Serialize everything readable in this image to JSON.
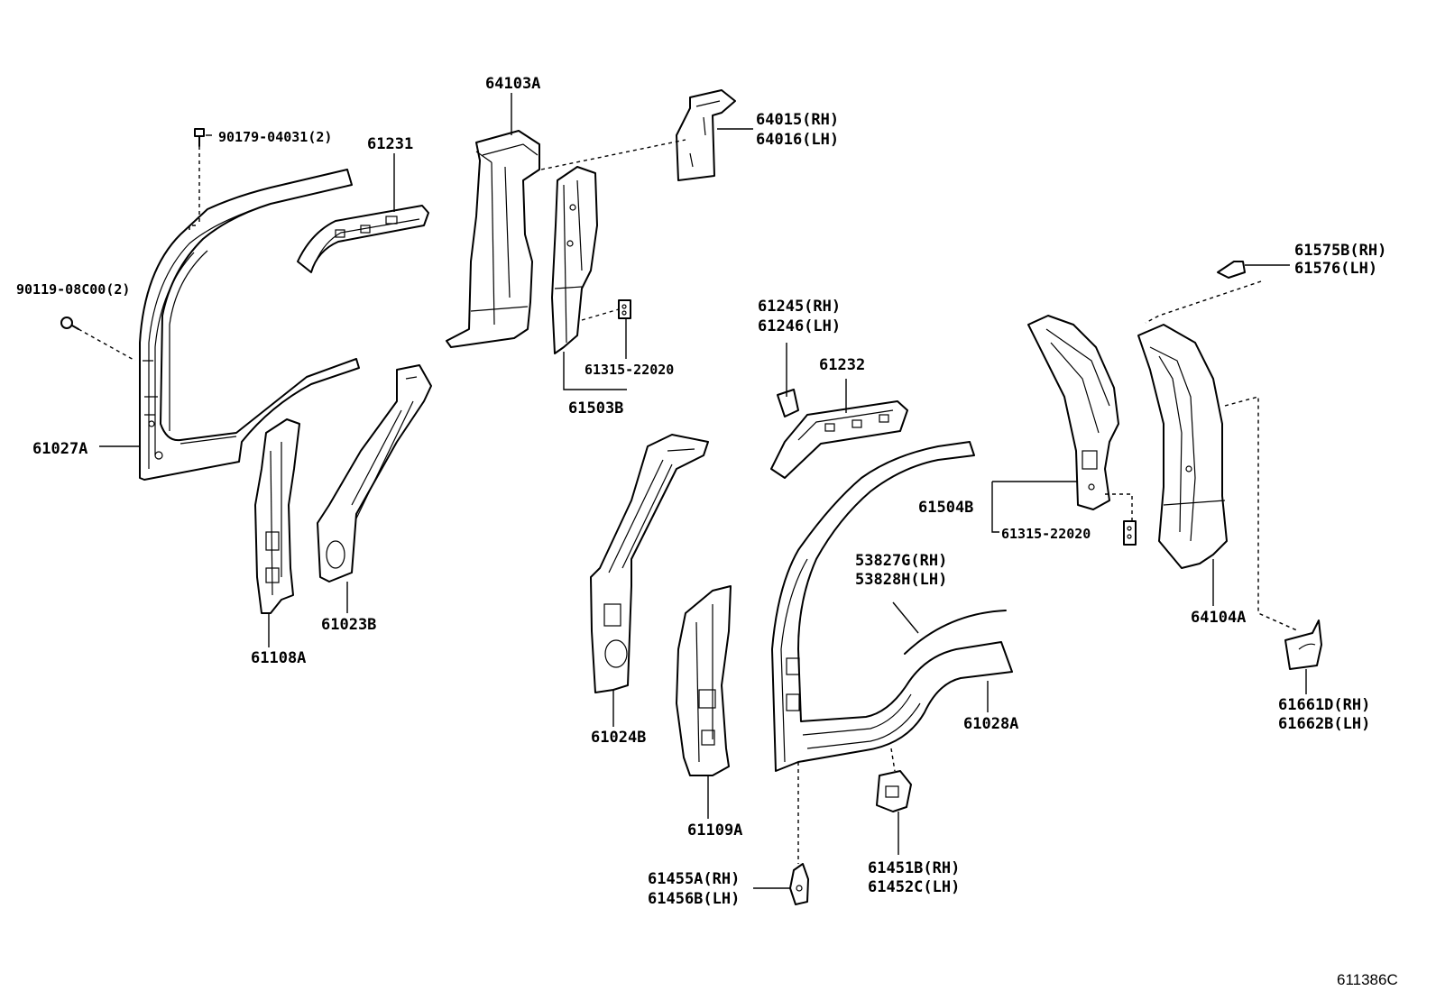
{
  "labels": {
    "p64103A": "64103A",
    "p90179": "90179-04031(2)",
    "p61231": "61231",
    "p64015": "64015(RH)",
    "p64016": "64016(LH)",
    "p90119": "90119-08C00(2)",
    "p61315a": "61315-22020",
    "p61503B": "61503B",
    "p61027A": "61027A",
    "p61245": "61245(RH)",
    "p61246": "61246(LH)",
    "p61232": "61232",
    "p61575B": "61575B(RH)",
    "p61576": "61576(LH)",
    "p61504B": "61504B",
    "p61315b": "61315-22020",
    "p53827G": "53827G(RH)",
    "p53828H": "53828H(LH)",
    "p64104A": "64104A",
    "p61108A": "61108A",
    "p61023B": "61023B",
    "p61024B": "61024B",
    "p61028A": "61028A",
    "p61661D": "61661D(RH)",
    "p61662B": "61662B(LH)",
    "p61109A": "61109A",
    "p61455A": "61455A(RH)",
    "p61456B": "61456B(LH)",
    "p61451B": "61451B(RH)",
    "p61452C": "61452C(LH)"
  },
  "diagram_code": "611386C"
}
